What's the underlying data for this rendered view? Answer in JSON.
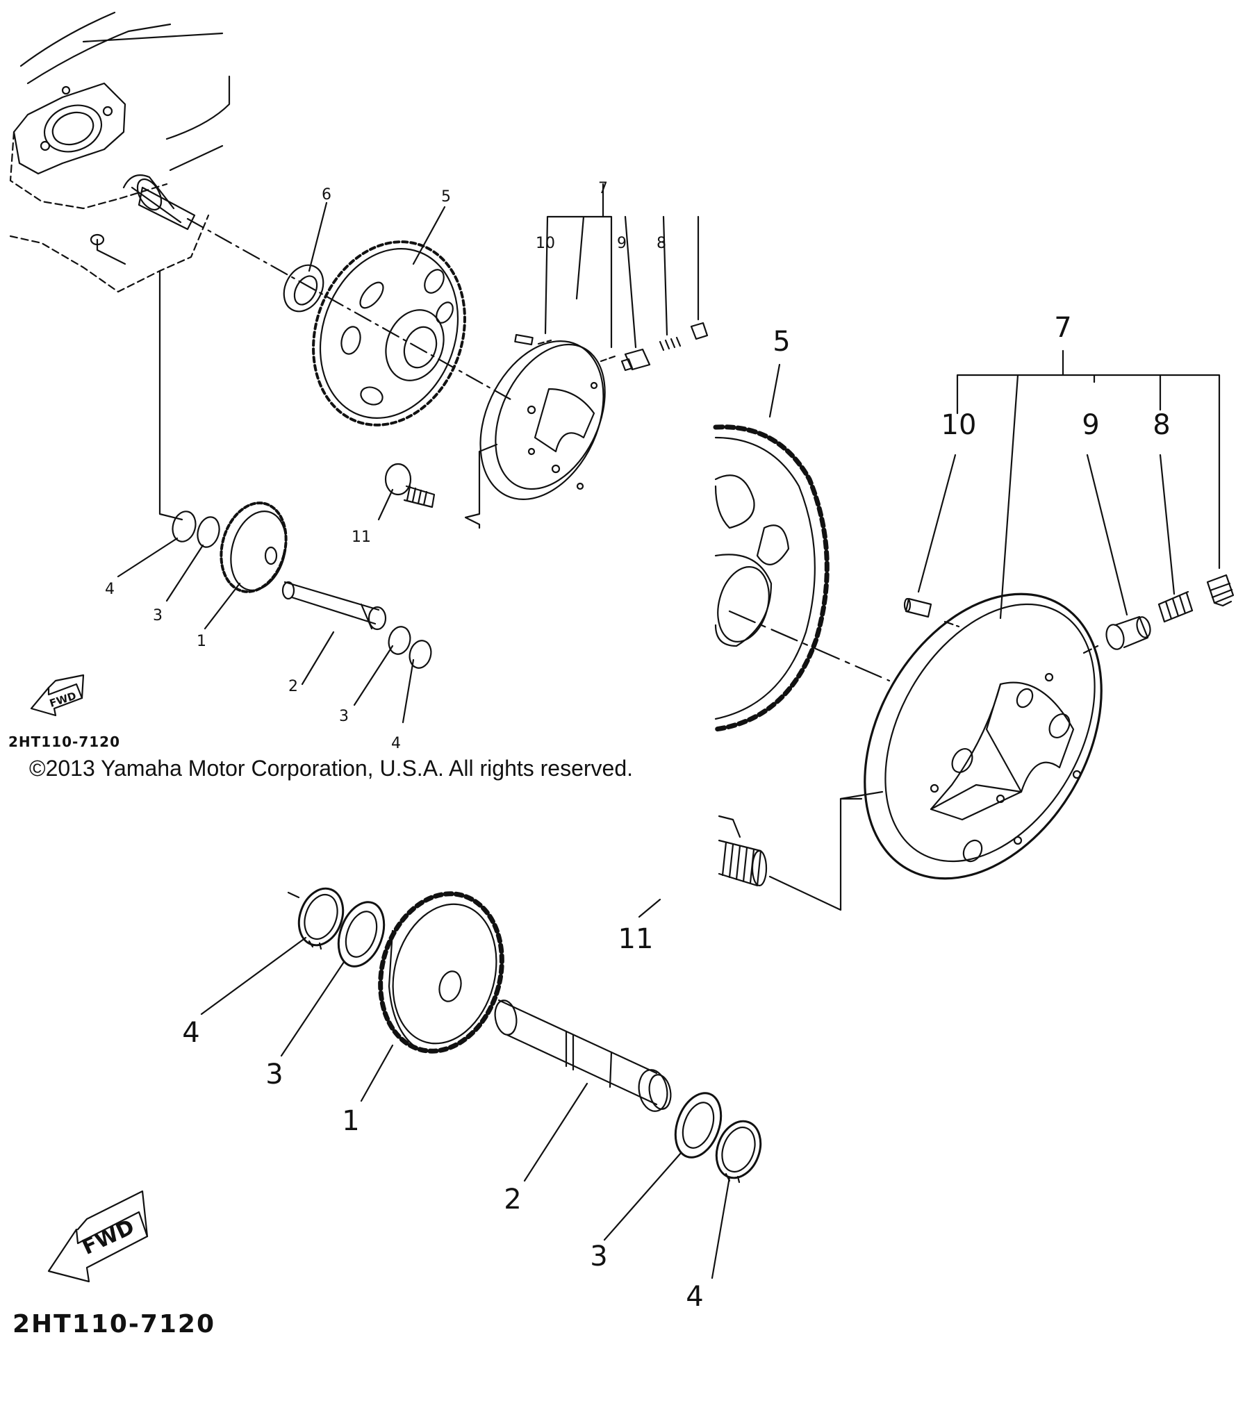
{
  "diagram": {
    "copyright": "©2013 Yamaha Motor Corporation, U.S.A. All rights reserved.",
    "overview": {
      "fwd_label": "FWD",
      "code": "2HT110-7120",
      "labels": {
        "n1": "1",
        "n2": "2",
        "n3a": "3",
        "n3b": "3",
        "n4a": "4",
        "n4b": "4",
        "n5": "5",
        "n6": "6",
        "n7": "7",
        "n8": "8",
        "n9": "9",
        "n10": "10",
        "n11": "11"
      }
    },
    "detail_clutch": {
      "labels": {
        "n5": "5",
        "n7": "7",
        "n8": "8",
        "n9": "9",
        "n10": "10",
        "n11": "11"
      }
    },
    "detail_shaft": {
      "fwd_label": "FWD",
      "code": "2HT110-7120",
      "labels": {
        "n1": "1",
        "n2": "2",
        "n3a": "3",
        "n3b": "3",
        "n4a": "4",
        "n4b": "4"
      }
    }
  }
}
